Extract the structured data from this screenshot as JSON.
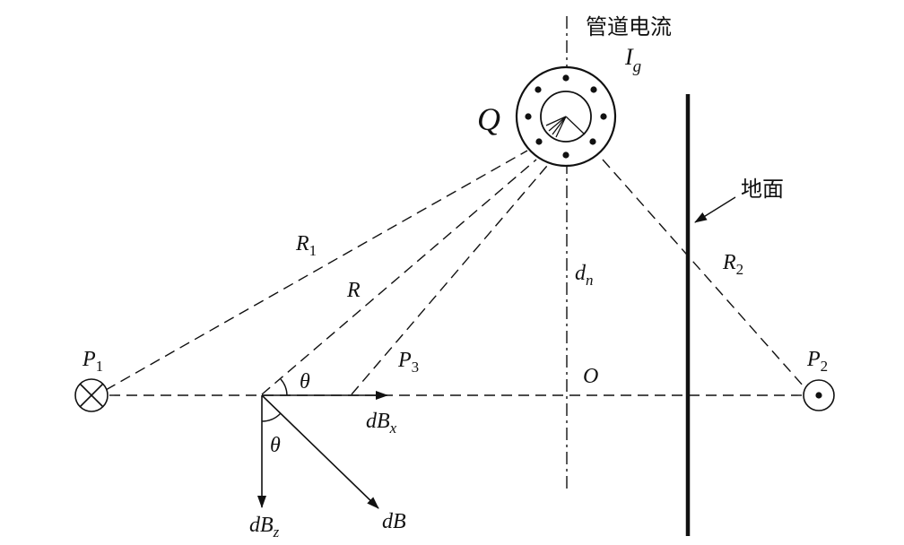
{
  "labels": {
    "pipe_current_title": "管道电流",
    "pipe_current_symbol": "I",
    "pipe_current_sub": "g",
    "pipe_label": "Q",
    "ground_label": "地面",
    "r1_main": "R",
    "r1_sub": "1",
    "r_main": "R",
    "r2_main": "R",
    "r2_sub": "2",
    "dn_main": "d",
    "dn_sub": "n",
    "p1_main": "P",
    "p1_sub": "1",
    "p2_main": "P",
    "p2_sub": "2",
    "p3_main": "P",
    "p3_sub": "3",
    "origin": "O",
    "theta_upper": "θ",
    "theta_lower": "θ",
    "dbx_main": "dB",
    "dbx_sub": "x",
    "dbz_main": "dB",
    "dbz_sub": "z",
    "db_main": "dB"
  },
  "colors": {
    "ink": "#111111",
    "background": "#ffffff"
  }
}
